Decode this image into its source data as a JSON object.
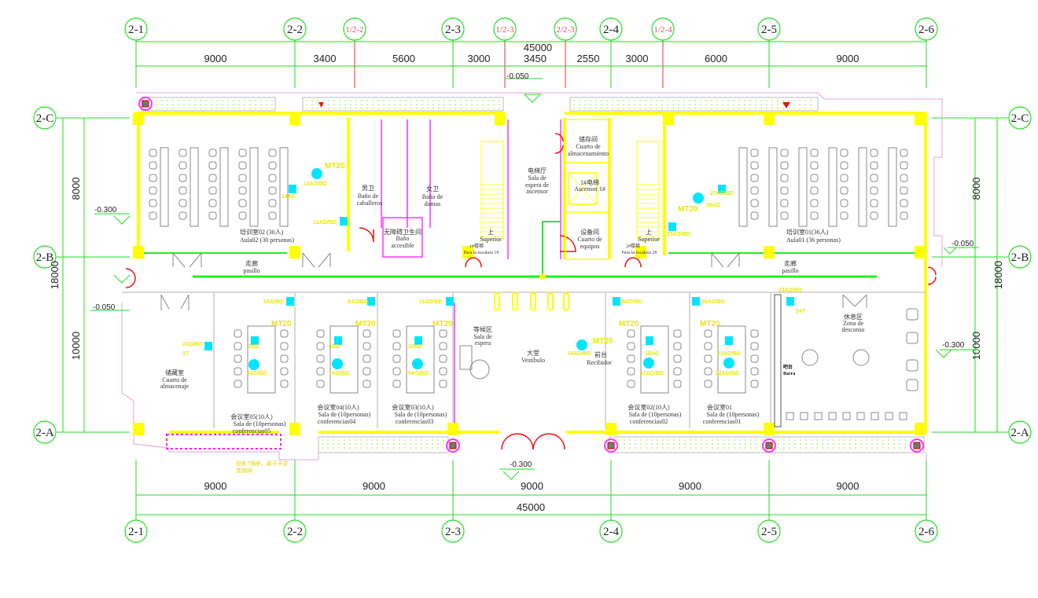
{
  "colors": {
    "grid": "#22dd22",
    "wall": "#ffff00",
    "partition": "#ff33ff",
    "door": "#ee1111",
    "device": "#00e5ff",
    "furniture": "#777777"
  },
  "axes": {
    "top": [
      "2-1",
      "2-2",
      "1/2-2",
      "2-3",
      "1/2-3",
      "2/2-3",
      "2-4",
      "1/2-4",
      "2-5",
      "2-6"
    ],
    "bottom": [
      "2-1",
      "2-2",
      "2-3",
      "2-4",
      "2-5",
      "2-6"
    ],
    "left": [
      "2-C",
      "2-B",
      "2-A"
    ],
    "right": [
      "2-C",
      "2-B",
      "2-A"
    ]
  },
  "dimensions": {
    "top_total": "45000",
    "top_segments": [
      "9000",
      "3400",
      "5600",
      "3000",
      "3450",
      "2550",
      "3000",
      "6000",
      "9000"
    ],
    "bottom_segments": [
      "9000",
      "9000",
      "9000",
      "9000",
      "9000"
    ],
    "bottom_total": "45000",
    "left": [
      "8000",
      "10000",
      "18000"
    ],
    "right": [
      "8000",
      "10000",
      "18000"
    ]
  },
  "elevations": [
    "-0.050",
    "-0.300",
    "-0.050",
    "-0.050",
    "-0.300",
    "-0.300"
  ],
  "rooms": {
    "aula02": {
      "zh": "培训室02 (30人)",
      "es": "Aula02 (30 personas)"
    },
    "aula01": {
      "zh": "培训室01(36人)",
      "es": "Aula01 (36 personas)"
    },
    "men": {
      "zh": "男卫",
      "es1": "Baño de",
      "es2": "caballeros"
    },
    "women": {
      "zh": "女卫",
      "es1": "Baño de",
      "es2": "damas"
    },
    "accessible": {
      "zh": "无障碍卫生间",
      "es1": "Baño",
      "es2": "accesible"
    },
    "stair1": {
      "zh": "上",
      "es": "Superior",
      "name": "1#楼梯",
      "es2": "Para la escalera 1#"
    },
    "stair2": {
      "zh": "上",
      "es": "Superior",
      "name": "2#楼梯",
      "es2": "Para la escalera 2#"
    },
    "elevator_hall": {
      "zh": "电梯厅",
      "es1": "Sala de",
      "es2": "espera de",
      "es3": "ascensor"
    },
    "storage_top": {
      "zh": "储存间",
      "es1": "Cuarto de",
      "es2": "almacenamiento"
    },
    "elevator": {
      "zh": "1#电梯",
      "es": "Ascensor 1#"
    },
    "equipment": {
      "zh": "设备间",
      "es1": "Cuarto de",
      "es2": "equipos"
    },
    "corridor_left": {
      "zh": "走廊",
      "es": "pasillo"
    },
    "corridor_right": {
      "zh": "走廊",
      "es": "pasillo"
    },
    "storage": {
      "zh": "储藏室",
      "es1": "Cuarto de",
      "es2": "almacenaje"
    },
    "conf05": {
      "zh": "会议室05(10人)",
      "es1": "Sala de (10personas)",
      "es2": "conferencias05"
    },
    "conf04": {
      "zh": "会议室04(10人)",
      "es1": "Sala de (10personas)",
      "es2": "conferencias04"
    },
    "conf03": {
      "zh": "会议室03(10人)",
      "es1": "Sala de (10personas)",
      "es2": "conferencias03"
    },
    "waiting": {
      "zh": "等候区",
      "es1": "Sala de",
      "es2": "espera"
    },
    "lobby": {
      "zh": "大堂",
      "es": "Vestíbulo"
    },
    "reception": {
      "zh": "前台",
      "es": "Recibidor"
    },
    "conf02": {
      "zh": "会议室02(10人)",
      "es1": "Sala de (10personas)",
      "es2": "conferencias02"
    },
    "conf01": {
      "zh": "会议室01",
      "es1": "Sala de (10personas)",
      "es2": "conferencias01"
    },
    "lounge": {
      "zh": "休息区",
      "es1": "Zona de",
      "es2": "descanso"
    },
    "bar": {
      "zh": "吧台",
      "es": "Barra"
    }
  },
  "devices": [
    "14AD",
    "13AD/BD",
    "12AD/BD",
    "MT20",
    "27AD/BD",
    "26AD",
    "25AD/BD",
    "MT20",
    "2AD/BD",
    "1T",
    "5AD/BD",
    "3AD",
    "4AD/BD",
    "MT20",
    "8AD/BD",
    "6AD",
    "7AD/BD",
    "MT20",
    "11AD/BD",
    "10AD",
    "9AD/BD",
    "MT20",
    "16AD/BD",
    "MT25",
    "19AD/BD",
    "18AD",
    "17AD/BD",
    "MT20",
    "20AD/BD",
    "21AD/BD",
    "22AD/BD",
    "MT20",
    "23AD/BD",
    "24T"
  ],
  "note": {
    "line1": "投影?插座，装于天花",
    "line2": "其他网"
  }
}
